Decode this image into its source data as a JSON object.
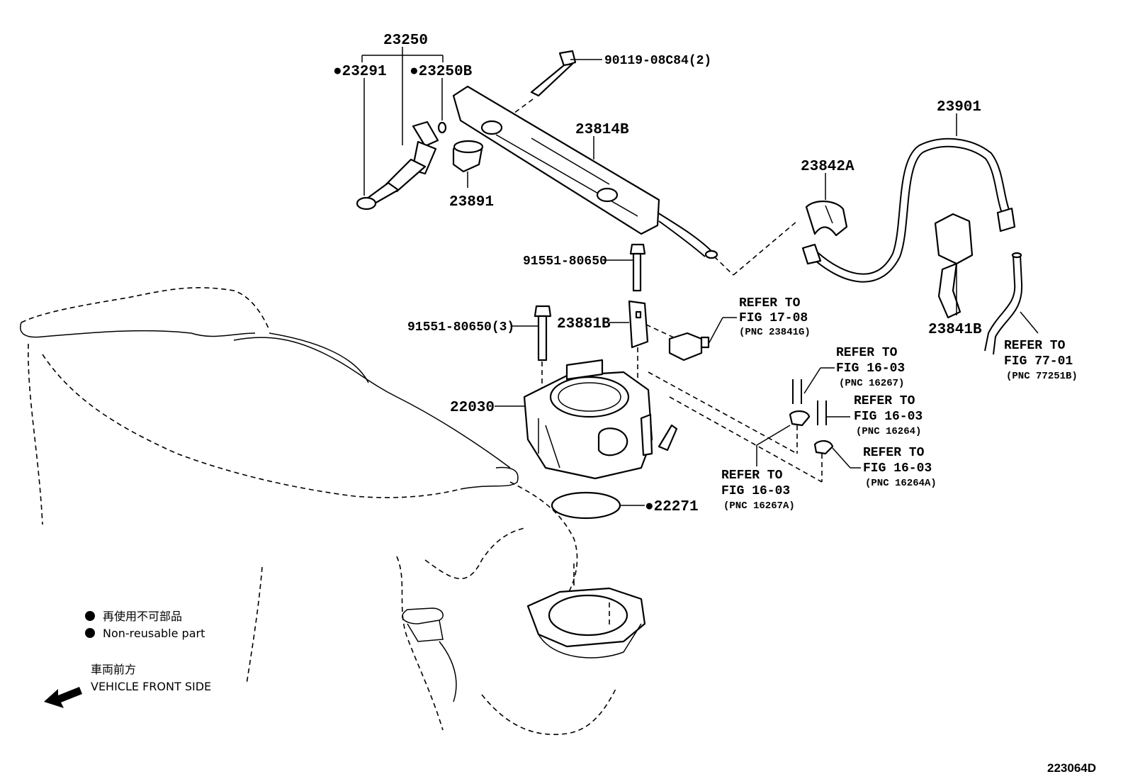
{
  "diagram": {
    "code": "223064D",
    "part_labels": {
      "p23250": "23250",
      "p23291": "●23291",
      "p23250b": "●23250B",
      "p90119": "90119-08C84(2)",
      "p23814b": "23814B",
      "p23891": "23891",
      "p23901": "23901",
      "p23842a": "23842A",
      "p23841b": "23841B",
      "p91551": "91551-80650",
      "p91551x3": "91551-80650(3)",
      "p23881b": "23881B",
      "p22030": "22030",
      "p22271": "●22271"
    },
    "refs": {
      "r1708": {
        "l1": "REFER TO",
        "l2": "FIG 17-08",
        "l3": "(PNC 23841G)"
      },
      "r7701": {
        "l1": "REFER TO",
        "l2": "FIG 77-01",
        "l3": "(PNC 77251B)"
      },
      "r16267": {
        "l1": "REFER TO",
        "l2": "FIG 16-03",
        "l3": "(PNC 16267)"
      },
      "r16264": {
        "l1": "REFER TO",
        "l2": "FIG 16-03",
        "l3": "(PNC 16264)"
      },
      "r16264a": {
        "l1": "REFER TO",
        "l2": "FIG 16-03",
        "l3": "(PNC 16264A)"
      },
      "r16267a": {
        "l1": "REFER TO",
        "l2": "FIG 16-03",
        "l3": "(PNC 16267A)"
      }
    },
    "legend": {
      "jp_nonreuse": "再使用不可部品",
      "en_nonreuse": "Non-reusable part",
      "jp_front": "車両前方",
      "en_front": "VEHICLE FRONT SIDE"
    }
  }
}
